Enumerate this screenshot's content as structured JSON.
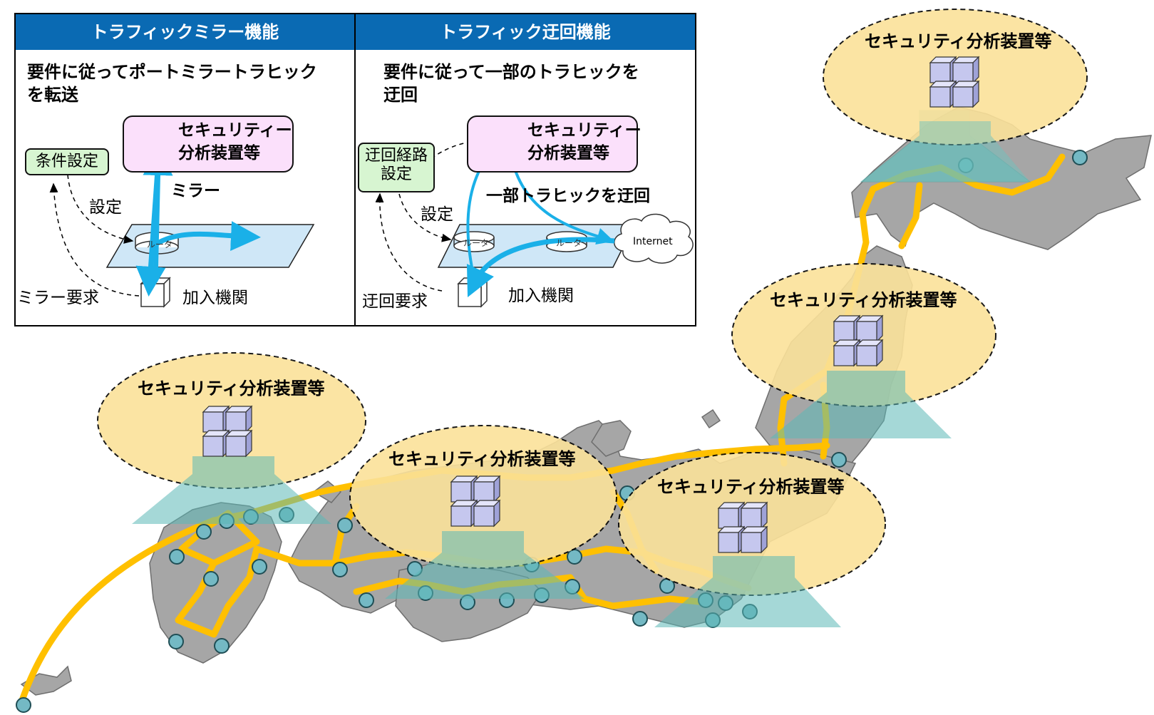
{
  "panels": {
    "mirror": {
      "title": "トラフィックミラー機能",
      "description_l1": "要件に従ってポートミラートラヒック",
      "description_l2": "を転送",
      "device_l1": "セキュリティー",
      "device_l2": "分析装置等",
      "condition_box": "条件設定",
      "setting_label": "設定",
      "mirror_label": "ミラー",
      "router_label": "ルータ",
      "request_label": "ミラー要求",
      "subscriber_label": "加入機関"
    },
    "detour": {
      "title": "トラフィック迂回機能",
      "description_l1": "要件に従って一部のトラヒックを",
      "description_l2": "迂回",
      "device_l1": "セキュリティー",
      "device_l2": "分析装置等",
      "route_box_l1": "迂回経路",
      "route_box_l2": "設定",
      "setting_label": "設定",
      "detour_label": "一部トラヒックを迂回",
      "router_label_1": "ルータ",
      "router_label_2": "ルータ",
      "internet_label": "Internet",
      "request_label": "迂回要求",
      "subscriber_label": "加入機関"
    }
  },
  "analysis_sites": [
    {
      "label": "セキュリティ分析装置等"
    },
    {
      "label": "セキュリティ分析装置等"
    },
    {
      "label": "セキュリティ分析装置等"
    },
    {
      "label": "セキュリティ分析装置等"
    },
    {
      "label": "セキュリティ分析装置等"
    }
  ],
  "colors": {
    "header_blue": "#0a6ab3",
    "network_line": "#ffc000",
    "map_land": "#a6a6a6",
    "ellipse_fill": "#fbe29a",
    "node_fill": "#74b9c4",
    "arrow_blue": "#1ab0e8",
    "cube_fill": "#c5c7ee"
  }
}
